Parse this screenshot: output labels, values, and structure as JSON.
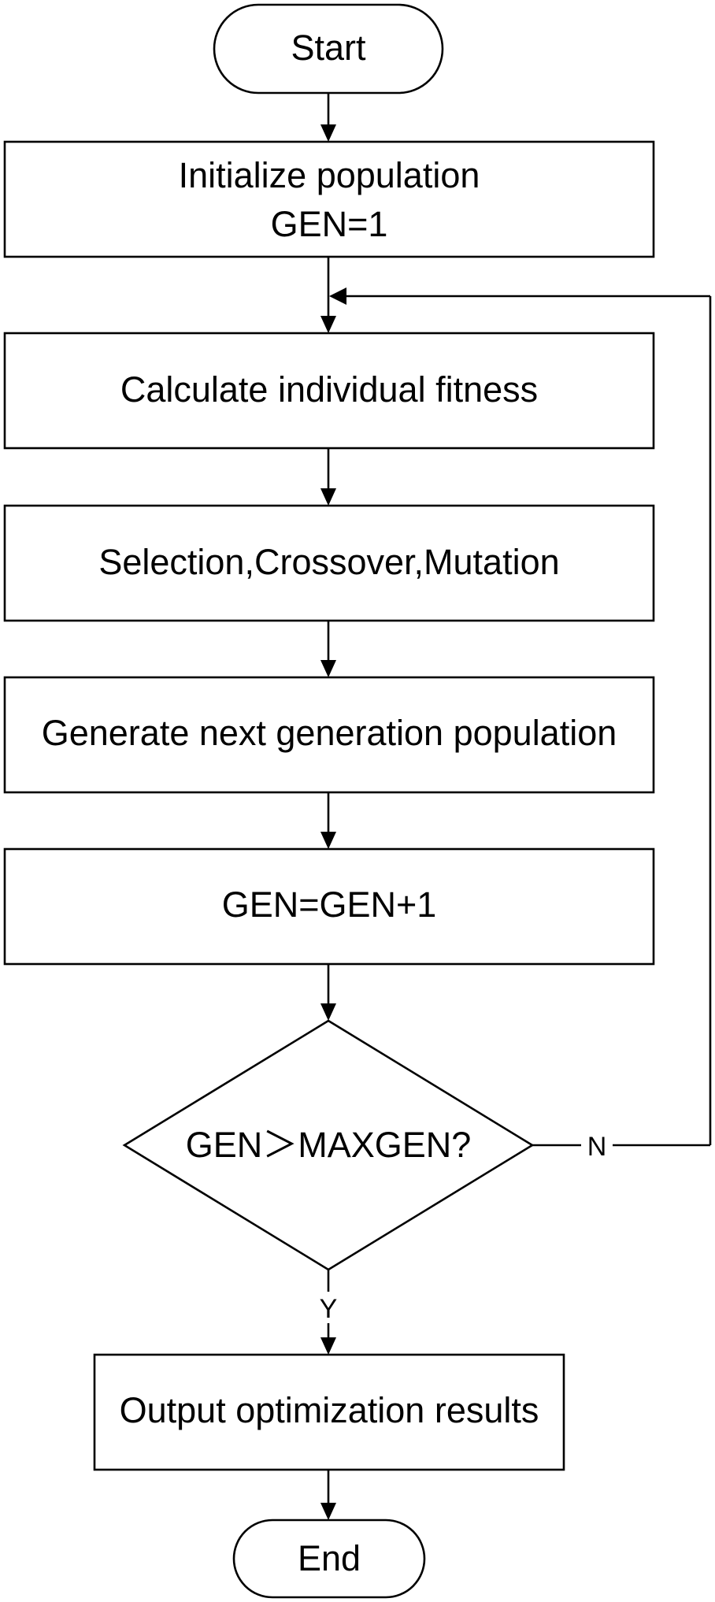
{
  "diagram": {
    "nodes": {
      "start": {
        "text": "Start"
      },
      "init": {
        "line1": "Initialize population",
        "line2": "GEN=1"
      },
      "fitness": {
        "text": "Calculate individual fitness"
      },
      "operators": {
        "text": "Selection,Crossover,Mutation"
      },
      "next_gen": {
        "text": "Generate next generation population"
      },
      "increment": {
        "text": "GEN=GEN+1"
      },
      "decision": {
        "text": "GEN＞MAXGEN?"
      },
      "output": {
        "text": "Output optimization results"
      },
      "end": {
        "text": "End"
      }
    },
    "edges": {
      "no_label": "N",
      "yes_label": "Y"
    }
  }
}
